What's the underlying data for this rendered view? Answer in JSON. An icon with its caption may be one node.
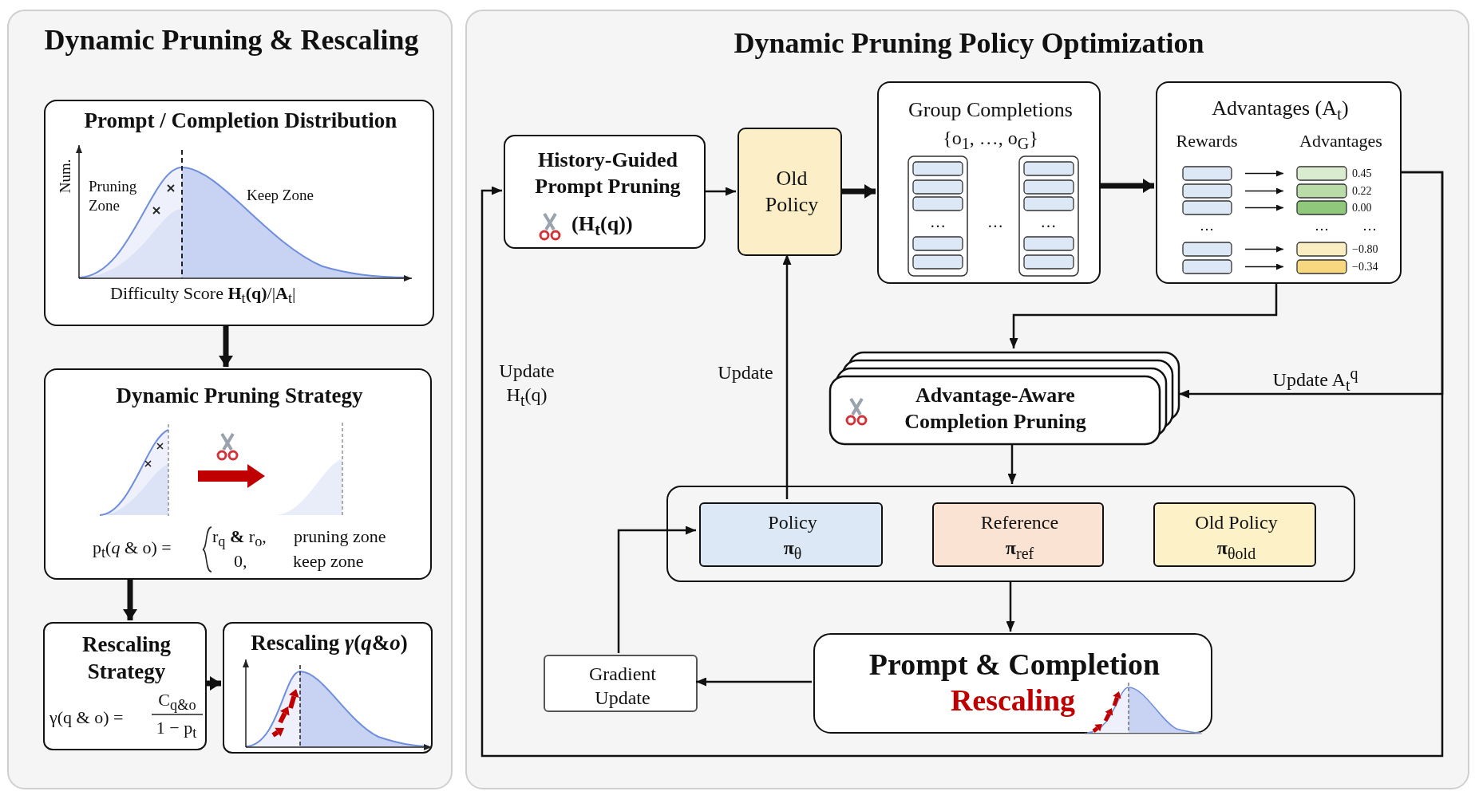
{
  "diagram": {
    "nodes": [
      {
        "text": [
          "Dynamic Pruning & Rescaling"
        ]
      },
      {
        "text": [
          "Prompt / Completion Distribution",
          "Num.",
          "Pruning Zone",
          "Keep Zone",
          "Difficulty Score **H**$_{t}$**(q)**/|**A**$_{t}$|"
        ],
        "in": 0
      },
      {
        "text": [
          "Dynamic Pruning Strategy",
          "p$_{t}$(*q* & o) =",
          "r$_{q}$ **&** r$_{o}$,",
          "pruning zone",
          "0,",
          "keep zone"
        ],
        "in": 0
      },
      {
        "text": [
          "Rescaling Strategy",
          "γ(q & o) =",
          "C$_{q&o}$",
          "1 − p$_{t}$"
        ],
        "in": 0
      },
      {
        "text": [
          "Rescaling *γ*(*q*&*o*)"
        ],
        "in": 0
      },
      {
        "text": [
          "Dynamic Pruning Policy Optimization"
        ]
      },
      {
        "text": [
          "History-Guided Prompt Pruning",
          "(H$_{t}$(q))"
        ],
        "in": 5
      },
      {
        "text": [
          "Old Policy"
        ],
        "in": 5
      },
      {
        "text": [
          "Group Completions",
          "{o$_{1}$, …, o$_{G}$}",
          "…",
          "…",
          "…"
        ],
        "in": 5
      },
      {
        "text": [
          "Advantages (A$_{t}$)",
          "Rewards",
          "Advantages",
          "0.45",
          "0.22",
          "0.00",
          "…",
          "…",
          "…",
          "−0.80",
          "−0.34"
        ],
        "in": 5
      },
      {
        "text": [
          "Advantage-Aware Completion Pruning"
        ],
        "in": 5
      },
      {
        "text": [],
        "shape": "box",
        "in": 5
      },
      {
        "text": [
          "Policy",
          "**π**$_{θ}$"
        ],
        "in": 11
      },
      {
        "text": [
          "Reference",
          "**π**$_{ref}$"
        ],
        "in": 11
      },
      {
        "text": [
          "Old Policy",
          "**π**$_{θold}$"
        ],
        "in": 11
      },
      {
        "text": [
          "Prompt & Completion",
          "Rescaling"
        ],
        "in": 5
      },
      {
        "text": [
          "Gradient Update"
        ],
        "in": 5
      }
    ],
    "edges": [
      {
        "from": 1,
        "to": 2,
        "arrow": "to",
        "style": "thick"
      },
      {
        "from": 2,
        "to": 3,
        "arrow": "to",
        "style": "thick"
      },
      {
        "from": 3,
        "to": 4,
        "arrow": "to",
        "style": "thick"
      },
      {
        "from": 6,
        "to": 7,
        "arrow": "to"
      },
      {
        "from": 7,
        "to": 8,
        "arrow": "to",
        "style": "thick"
      },
      {
        "from": 8,
        "to": 9,
        "arrow": "to",
        "style": "thick"
      },
      {
        "from": 9,
        "to": 10,
        "arrow": "to"
      },
      {
        "from": 9,
        "to": 10,
        "arrow": "to",
        "label": "Update A$_{t}$$^{q}$"
      },
      {
        "from": 9,
        "to": 6,
        "arrow": "to",
        "label": "Update H$_{t}$(q)"
      },
      {
        "from": 10,
        "to": 11,
        "arrow": "to"
      },
      {
        "from": 12,
        "to": 7,
        "arrow": "to",
        "label": "Update"
      },
      {
        "from": 11,
        "to": 15,
        "arrow": "to"
      },
      {
        "from": 15,
        "to": 16,
        "arrow": "to"
      },
      {
        "from": 16,
        "to": 12,
        "arrow": "to"
      }
    ]
  }
}
